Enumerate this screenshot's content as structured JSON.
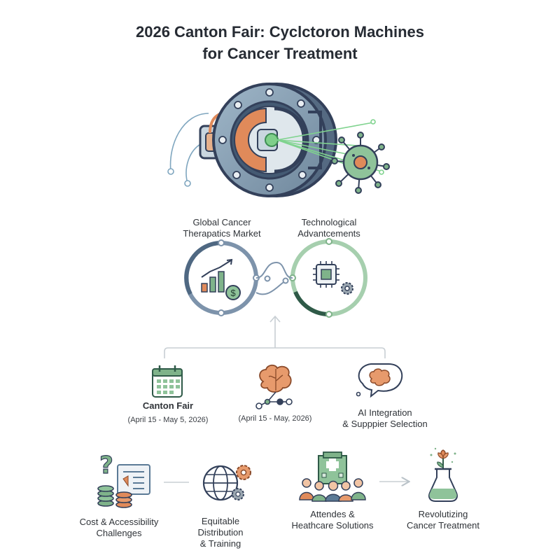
{
  "title": {
    "line1": "2026 Canton Fair: Cyclctoron Machines",
    "line2": "for Cancer Treatment"
  },
  "circles": {
    "market": {
      "line1": "Global Cancer",
      "line2": "Therapatics Market",
      "icon": "growth-chart-dollar-icon",
      "color": "#5b7a96"
    },
    "tech": {
      "line1": "Technological",
      "line2": "Advantcements",
      "icon": "chip-gear-icon",
      "color": "#7fb38a"
    }
  },
  "middle": {
    "canton": {
      "title": "Canton Fair",
      "dates": "(April 15 - May 5, 2026)",
      "icon": "calendar-icon"
    },
    "brain": {
      "dates": "(April 15 - May, 2026)",
      "icon": "brain-network-icon"
    },
    "ai": {
      "line1": "AI Integration",
      "line2": "& Supppier Selection",
      "icon": "brain-speech-bubble-icon"
    }
  },
  "bottom": {
    "cost": {
      "line1": "Cost & Accessibility",
      "line2": "Challenges",
      "icon": "question-coins-document-icon"
    },
    "distribution": {
      "line1": "Equitable",
      "line2": "Distribution",
      "line3": "& Training",
      "icon": "globe-gears-icon"
    },
    "attendees": {
      "line1": "Attendes &",
      "line2": "Heathcare Solutions",
      "icon": "hospital-people-icon"
    },
    "revolution": {
      "line1": "Revolutizing",
      "line2": "Cancer Treatment",
      "icon": "flask-flower-icon"
    }
  },
  "colors": {
    "navy": "#33405a",
    "steel": "#7d93ab",
    "green": "#7fb38a",
    "dark_green": "#2f5a48",
    "accent_orange": "#e08a5a"
  }
}
